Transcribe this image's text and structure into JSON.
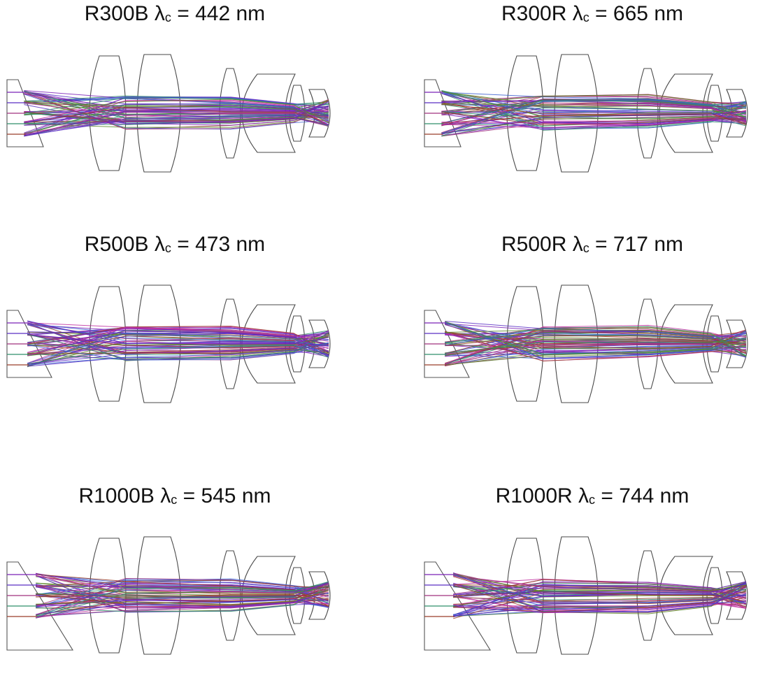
{
  "panels": [
    {
      "grating": "R300B",
      "symbol": "λ",
      "subscript": "c",
      "equals": "=",
      "value": "442",
      "unit": "nm",
      "wedge": "small"
    },
    {
      "grating": "R300R",
      "symbol": "λ",
      "subscript": "c",
      "equals": "=",
      "value": "665",
      "unit": "nm",
      "wedge": "small"
    },
    {
      "grating": "R500B",
      "symbol": "λ",
      "subscript": "c",
      "equals": "=",
      "value": "473",
      "unit": "nm",
      "wedge": "medium"
    },
    {
      "grating": "R500R",
      "symbol": "λ",
      "subscript": "c",
      "equals": "=",
      "value": "717",
      "unit": "nm",
      "wedge": "medium"
    },
    {
      "grating": "R1000B",
      "symbol": "λ",
      "subscript": "c",
      "equals": "=",
      "value": "545",
      "unit": "nm",
      "wedge": "large"
    },
    {
      "grating": "R1000R",
      "symbol": "λ",
      "subscript": "c",
      "equals": "=",
      "value": "744",
      "unit": "nm",
      "wedge": "large"
    }
  ],
  "colors": {
    "lens": "#4a4a4a",
    "rays": [
      "#7b22b8",
      "#5b2fc4",
      "#a0307e",
      "#2f8f6a",
      "#9a3f2a",
      "#3b5fcf",
      "#c030a0",
      "#5a8a2a"
    ]
  }
}
